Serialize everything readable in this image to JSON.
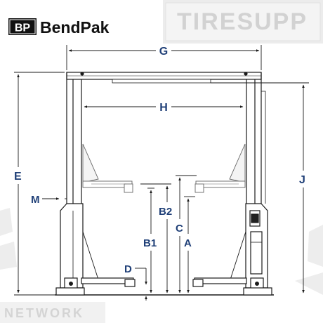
{
  "brand": {
    "logo_mark": "BP",
    "name": "BendPak"
  },
  "watermark": {
    "top_text": "TIRESUPP",
    "bottom_text": "NETWORK"
  },
  "dimensions": {
    "G": "G",
    "H": "H",
    "E": "E",
    "J": "J",
    "M": "M",
    "B2": "B2",
    "B1": "B1",
    "C": "C",
    "A": "A",
    "D": "D"
  },
  "colors": {
    "label": "#1f3f77",
    "line": "#1a1a1a",
    "watermark": "#d6d6d6"
  }
}
